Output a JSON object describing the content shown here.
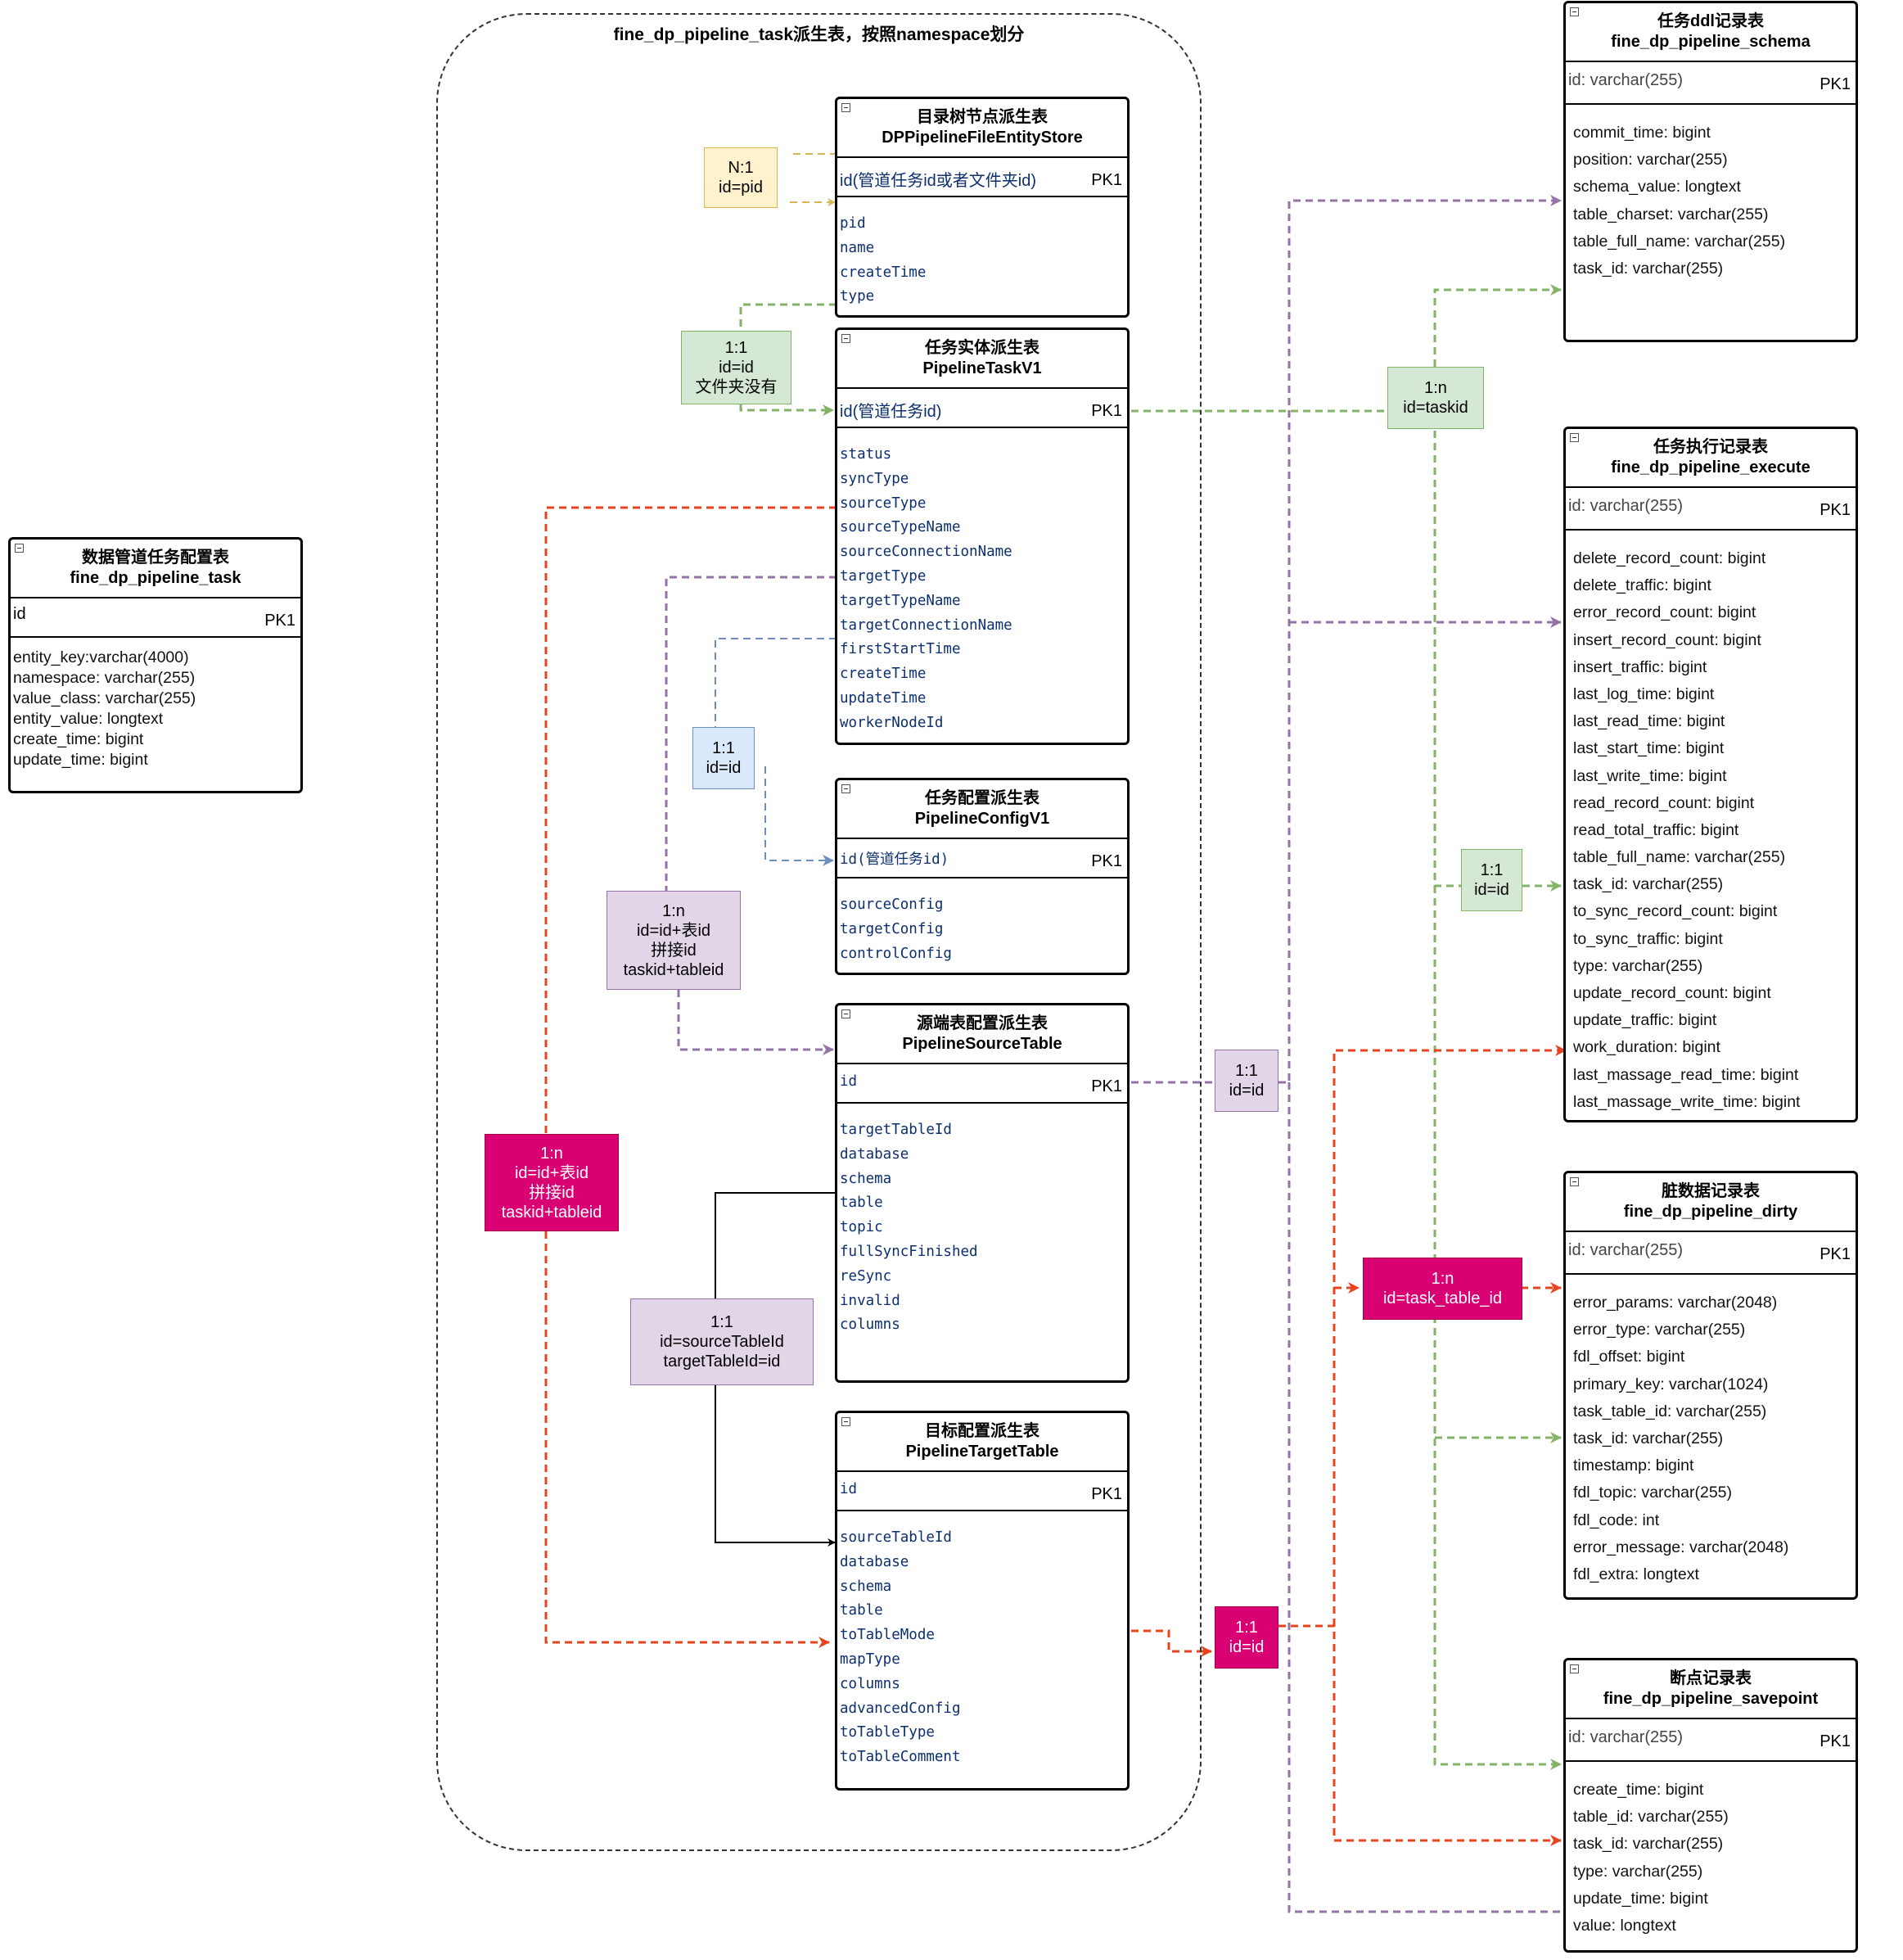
{
  "group": {
    "title": "fine_dp_pipeline_task派生表，按照namespace划分"
  },
  "tables": {
    "task": {
      "title": "数据管道任务配置表",
      "subtitle": "fine_dp_pipeline_task",
      "pk_field": "id",
      "pk_label": "PK1",
      "fields": [
        "entity_key:varchar(4000)",
        "namespace: varchar(255)",
        "value_class: varchar(255)",
        "entity_value: longtext",
        "create_time: bigint",
        "update_time: bigint"
      ]
    },
    "filestore": {
      "title": "目录树节点派生表",
      "subtitle": "DPPipelineFileEntityStore",
      "pk_field": "id(管道任务id或者文件夹id)",
      "pk_label": "PK1",
      "fields": [
        "pid",
        "name",
        "createTime",
        "type"
      ]
    },
    "taskv1": {
      "title": "任务实体派生表",
      "subtitle": "PipelineTaskV1",
      "pk_field": "id(管道任务id)",
      "pk_label": "PK1",
      "fields": [
        "status",
        "syncType",
        "sourceType",
        "sourceTypeName",
        "sourceConnectionName",
        "targetType",
        "targetTypeName",
        "targetConnectionName",
        "firstStartTime",
        "createTime",
        "updateTime",
        "workerNodeId"
      ]
    },
    "configv1": {
      "title": "任务配置派生表",
      "subtitle": "PipelineConfigV1",
      "pk_field": "id(管道任务id)",
      "pk_label": "PK1",
      "fields": [
        "sourceConfig",
        "targetConfig",
        "controlConfig"
      ]
    },
    "sourcetable": {
      "title": "源端表配置派生表",
      "subtitle": "PipelineSourceTable",
      "pk_field": "id",
      "pk_label": "PK1",
      "fields": [
        "targetTableId",
        "database",
        "schema",
        "table",
        "topic",
        "fullSyncFinished",
        "reSync",
        "invalid",
        "columns"
      ]
    },
    "targettable": {
      "title": "目标配置派生表",
      "subtitle": "PipelineTargetTable",
      "pk_field": "id",
      "pk_label": "PK1",
      "fields": [
        "sourceTableId",
        "database",
        "schema",
        "table",
        "toTableMode",
        "mapType",
        "columns",
        "advancedConfig",
        "toTableType",
        "toTableComment"
      ]
    },
    "schema": {
      "title": "任务ddl记录表",
      "subtitle": "fine_dp_pipeline_schema",
      "pk_field": "id: varchar(255)",
      "pk_label": "PK1",
      "fields": [
        "commit_time: bigint",
        "position: varchar(255)",
        "schema_value: longtext",
        "table_charset: varchar(255)",
        "table_full_name: varchar(255)",
        "task_id: varchar(255)"
      ]
    },
    "execute": {
      "title": "任务执行记录表",
      "subtitle": "fine_dp_pipeline_execute",
      "pk_field": "id: varchar(255)",
      "pk_label": "PK1",
      "fields": [
        "delete_record_count: bigint",
        "delete_traffic: bigint",
        "error_record_count: bigint",
        "insert_record_count: bigint",
        "insert_traffic: bigint",
        "last_log_time: bigint",
        "last_read_time: bigint",
        "last_start_time: bigint",
        "last_write_time: bigint",
        "read_record_count: bigint",
        "read_total_traffic: bigint",
        "table_full_name: varchar(255)",
        "task_id: varchar(255)",
        "to_sync_record_count: bigint",
        "to_sync_traffic: bigint",
        "type: varchar(255)",
        "update_record_count: bigint",
        "update_traffic: bigint",
        "work_duration: bigint",
        "last_massage_read_time: bigint",
        "last_massage_write_time: bigint"
      ]
    },
    "dirty": {
      "title": "脏数据记录表",
      "subtitle": "fine_dp_pipeline_dirty",
      "pk_field": "id: varchar(255)",
      "pk_label": "PK1",
      "fields": [
        "error_params: varchar(2048)",
        "error_type: varchar(255)",
        "fdl_offset: bigint",
        "primary_key: varchar(1024)",
        "task_table_id: varchar(255)",
        "task_id: varchar(255)",
        "timestamp: bigint",
        "fdl_topic: varchar(255)",
        "fdl_code: int",
        "error_message: varchar(2048)",
        "fdl_extra: longtext"
      ]
    },
    "savepoint": {
      "title": "断点记录表",
      "subtitle": "fine_dp_pipeline_savepoint",
      "pk_field": "id: varchar(255)",
      "pk_label": "PK1",
      "fields": [
        "create_time: bigint",
        "table_id: varchar(255)",
        "task_id: varchar(255)",
        "type: varchar(255)",
        "update_time: bigint",
        "value: longtext"
      ]
    }
  },
  "relations": {
    "n1_pid": {
      "lines": [
        "N:1",
        "id=pid"
      ],
      "color": "#d6b656"
    },
    "folder": {
      "lines": [
        "1:1",
        "id=id",
        "文件夹没有"
      ],
      "color": "#82b366"
    },
    "cfg": {
      "lines": [
        "1:1",
        "id=id"
      ],
      "color": "#6c8ebf"
    },
    "src": {
      "lines": [
        "1:n",
        "id=id+表id",
        "拼接id",
        "taskid+tableid"
      ],
      "color": "#9673a6"
    },
    "tgt": {
      "lines": [
        "1:n",
        "id=id+表id",
        "拼接id",
        "taskid+tableid"
      ],
      "color": "#e8431f"
    },
    "srctgt": {
      "lines": [
        "1:1",
        "id=sourceTableId",
        "targetTableId=id"
      ],
      "color": "#000000"
    },
    "taskid": {
      "lines": [
        "1:n",
        "id=taskid"
      ],
      "color": "#82b366"
    },
    "exec_id": {
      "lines": [
        "1:1",
        "id=id"
      ],
      "color": "#82b366"
    },
    "src_id": {
      "lines": [
        "1:1",
        "id=id"
      ],
      "color": "#9673a6"
    },
    "tgt_id": {
      "lines": [
        "1:1",
        "id=id"
      ],
      "color": "#e8431f"
    },
    "task_table": {
      "lines": [
        "1:n",
        "id=task_table_id"
      ],
      "color": "#e8431f"
    }
  }
}
